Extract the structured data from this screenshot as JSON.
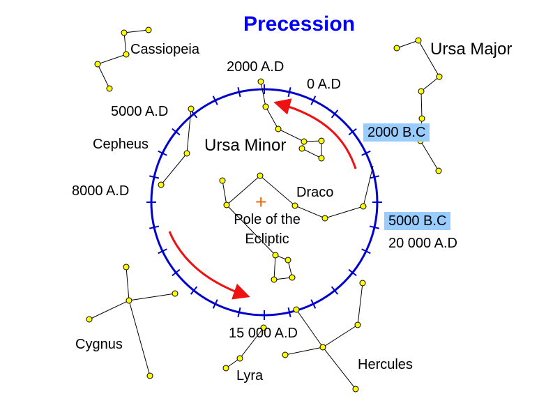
{
  "title": "Precession",
  "labels": {
    "cassiopeia": "Cassiopeia",
    "ursa_major": "Ursa Major",
    "cepheus": "Cepheus",
    "ursa_minor": "Ursa Minor",
    "draco": "Draco",
    "cygnus": "Cygnus",
    "lyra": "Lyra",
    "hercules": "Hercules",
    "pole_line1": "Pole of the",
    "pole_line2": "Ecliptic",
    "pole_marker": "+"
  },
  "epochs": {
    "ad2000": "2000 A.D",
    "ad0": "0 A.D",
    "ad5000": "5000 A.D",
    "ad8000": "8000 A.D",
    "bc2000": "2000 B.C",
    "bc5000": "5000 B.C",
    "ad20000": "20 000 A.D",
    "ad15000": "15 000 A.D"
  },
  "colors": {
    "title": "#0000ff",
    "circle": "#0000cc",
    "arrow": "#ee1111",
    "pole": "#ff6600",
    "star_fill": "#ffff00",
    "highlight": "#99ccff"
  }
}
